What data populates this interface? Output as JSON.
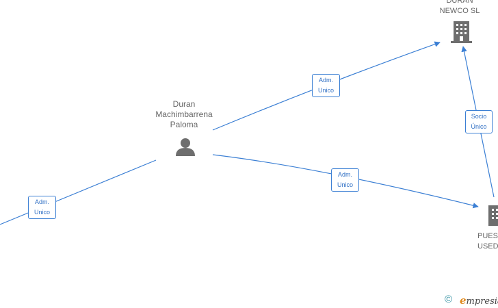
{
  "nodes": {
    "person": {
      "label": "Duran\nMachimbarrena\nPaloma",
      "icon": "person-icon"
    },
    "newco": {
      "label": "DURAN\nNEWCO  SL",
      "icon": "building-icon"
    },
    "pues": {
      "label": "PUES\nUSED",
      "icon": "building-icon"
    }
  },
  "edges": {
    "left_to_person": {
      "label": "Adm.\nUnico"
    },
    "person_to_newco": {
      "label": "Adm.\nUnico"
    },
    "person_to_pues": {
      "label": "Adm.\nUnico"
    },
    "pues_to_newco": {
      "label": "Socio\nÚnico"
    }
  },
  "brand": {
    "copyright": "©",
    "initial": "e",
    "name": "mpresia"
  },
  "colors": {
    "edge": "#3b7fd4",
    "icon": "#6e6e6e",
    "text": "#666666"
  }
}
